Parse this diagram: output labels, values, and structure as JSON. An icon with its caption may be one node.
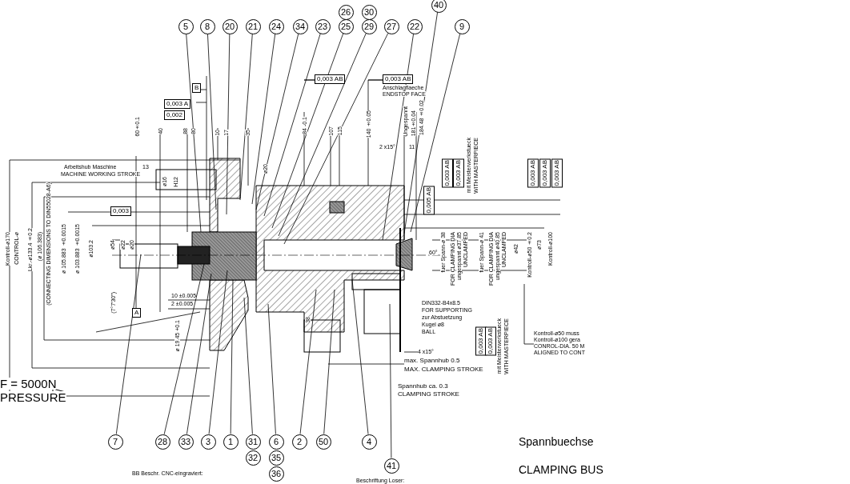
{
  "diagram": {
    "nodes": [
      {
        "text": [
          "5"
        ]
      },
      {
        "text": [
          "8"
        ]
      },
      {
        "text": [
          "20"
        ]
      },
      {
        "text": [
          "21"
        ]
      },
      {
        "text": [
          "24"
        ]
      },
      {
        "text": [
          "34"
        ]
      },
      {
        "text": [
          "23"
        ]
      },
      {
        "text": [
          "26"
        ]
      },
      {
        "text": [
          "25"
        ]
      },
      {
        "text": [
          "30"
        ]
      },
      {
        "text": [
          "29"
        ]
      },
      {
        "text": [
          "27"
        ]
      },
      {
        "text": [
          "22"
        ]
      },
      {
        "text": [
          "40"
        ]
      },
      {
        "text": [
          "9"
        ]
      },
      {
        "text": [
          "7"
        ]
      },
      {
        "text": [
          "28"
        ]
      },
      {
        "text": [
          "33"
        ]
      },
      {
        "text": [
          "3"
        ]
      },
      {
        "text": [
          "1"
        ]
      },
      {
        "text": [
          "31"
        ]
      },
      {
        "text": [
          "32"
        ]
      },
      {
        "text": [
          "6"
        ]
      },
      {
        "text": [
          "35"
        ]
      },
      {
        "text": [
          "36"
        ]
      },
      {
        "text": [
          "2"
        ]
      },
      {
        "text": [
          "50"
        ]
      },
      {
        "text": [
          "4"
        ]
      },
      {
        "text": [
          "41"
        ]
      }
    ],
    "edges": [
      {
        "from": 0,
        "to": null,
        "arrow": "none"
      },
      {
        "from": 1,
        "to": null,
        "arrow": "none"
      },
      {
        "from": 2,
        "to": null,
        "arrow": "none"
      },
      {
        "from": 3,
        "to": null,
        "arrow": "none"
      },
      {
        "from": 4,
        "to": null,
        "arrow": "none"
      },
      {
        "from": 5,
        "to": null,
        "arrow": "none"
      },
      {
        "from": 6,
        "to": null,
        "arrow": "none"
      },
      {
        "from": 8,
        "to": null,
        "arrow": "none"
      },
      {
        "from": 10,
        "to": null,
        "arrow": "none"
      },
      {
        "from": 11,
        "to": null,
        "arrow": "none"
      },
      {
        "from": 12,
        "to": null,
        "arrow": "none"
      },
      {
        "from": 13,
        "to": null,
        "arrow": "none"
      },
      {
        "from": 14,
        "to": null,
        "arrow": "none"
      },
      {
        "from": 15,
        "to": null,
        "arrow": "none"
      },
      {
        "from": 16,
        "to": null,
        "arrow": "none"
      },
      {
        "from": 17,
        "to": null,
        "arrow": "none"
      },
      {
        "from": 18,
        "to": null,
        "arrow": "none"
      },
      {
        "from": 19,
        "to": null,
        "arrow": "none"
      },
      {
        "from": 20,
        "to": null,
        "arrow": "none"
      },
      {
        "from": 22,
        "to": null,
        "arrow": "none"
      },
      {
        "from": 25,
        "to": null,
        "arrow": "none"
      },
      {
        "from": 26,
        "to": null,
        "arrow": "none"
      },
      {
        "from": 27,
        "to": null,
        "arrow": "none"
      },
      {
        "from": 28,
        "to": null,
        "arrow": "none"
      }
    ],
    "labels": [
      "B",
      "0,003 A",
      "0,002",
      "60±0.1",
      "40",
      "88",
      "80",
      "10",
      "17",
      "35",
      "ø20",
      "Arbeitshub Maschine",
      "MACHINE WORKING STROKE",
      "13",
      "ø16",
      "H12",
      "0,003",
      "0,003 AB",
      "84 -0.1",
      "107",
      "115",
      "0,003 AB",
      "Anschlagflaeche",
      "ENDSTOP FACE",
      "140 ±0.05",
      "Ungespannt",
      "181±0.04",
      "184.48 ±0.02",
      "2 x15°",
      "11",
      "0,005 AB",
      "0,003 AB",
      "0,003 AB",
      "mit Meisterwerkstueck",
      "WITH MASTERPIECE",
      "0,003 AB",
      "0,003 AB",
      "0,003 AB",
      "Kontroll-ø170",
      "CONTROL-ø",
      "Lkr.-ø133.4 ±0.2",
      "(ø 106.383)",
      "(CONNECTING DIMENSIONS TO DIN55028-A6)",
      "ø 105.883 ±0.0015",
      "ø 103.883 ±0.0015",
      "ø103.2",
      "ø54",
      "ø22",
      "ø20",
      "10 ±0.005",
      "2 ±0.005",
      "(7°7'30\")",
      "A",
      "ø 19.45 +0.1",
      "F = 5000N",
      "PRESSURE",
      "38",
      "60°",
      "fuer Spann-ø 38",
      "FOR CLAMPING DIA",
      "ungespannt ø37.85",
      "UNCLAMPED",
      "fuer Spann-ø 41",
      "FOR CLAMPING DIA",
      "ungespannt ø40.85",
      "UNCLAMPED",
      "ø42",
      "Kontroll-ø50 ±0.2",
      "ø73",
      "Kontroll-ø100",
      "DIN332-B4x8.5",
      "FOR SUPPORTING",
      "zur Abstuetzung",
      "Kugel ø8",
      "BALL",
      "0,003 AB",
      "0,003 AB",
      "mit Meisterwerkstueck",
      "WITH MASTERPIECE",
      "4 x15°",
      "max. Spannhub 0.5",
      "MAX. CLAMPING STROKE",
      "Spannhub ca. 0.3",
      "CLAMPING STROKE",
      "Kontroll-ø50 muss",
      "Kontroll-ø100 gera",
      "CONROL-DIA. 50 M",
      "ALIGNED TO CONT",
      "BB Beschr. CNC-eingraviert:",
      "Beschriftung Loser:",
      "Spannbuechse",
      "CLAMPING BUS"
    ]
  }
}
